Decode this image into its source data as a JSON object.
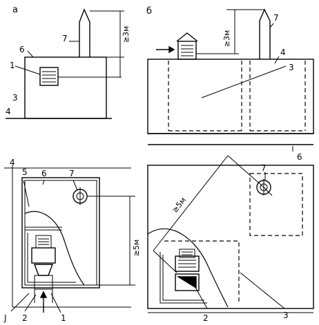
{
  "panels": {
    "a": "а",
    "b": "б"
  },
  "dimensions": {
    "chimney_height_a": "≥3м",
    "chimney_height_b": "≥3м",
    "distance_plan_a": "≥5м",
    "distance_plan_b": "≥5м"
  },
  "labels": {
    "n1": "1",
    "n2": "2",
    "n3": "3",
    "n4": "4",
    "n5": "5",
    "n6": "6",
    "n7": "7",
    "n3alt": "Ј"
  },
  "colors": {
    "ink": "#000000",
    "paper": "#ffffff"
  }
}
